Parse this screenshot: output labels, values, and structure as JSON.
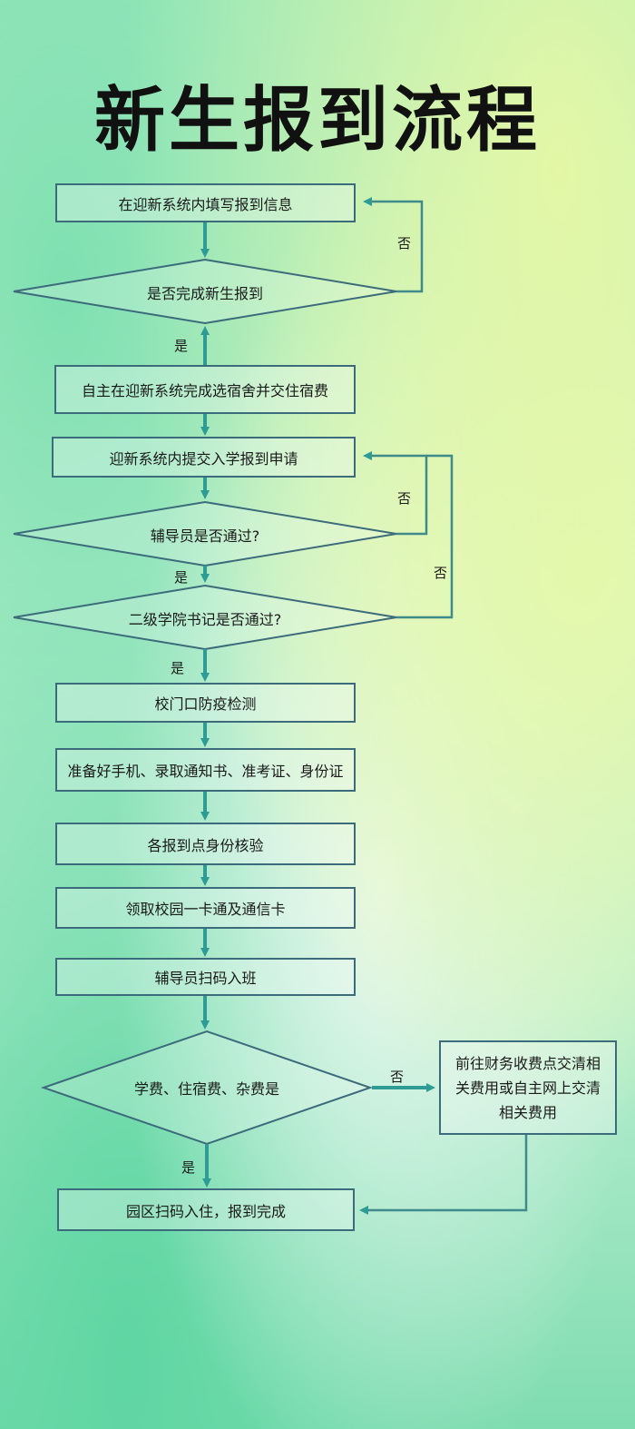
{
  "title": "新生报到流程",
  "steps": {
    "fill_info": "在迎新系统内填写报到信息",
    "decision_complete": "是否完成新生报到",
    "dorm_fee": "自主在迎新系统完成选宿舍并交住宿费",
    "submit_application": "迎新系统内提交入学报到申请",
    "decision_counselor": "辅导员是否通过?",
    "decision_college": "二级学院书记是否通过?",
    "gate_check": "校门口防疫检测",
    "prepare_docs": "准备好手机、录取通知书、准考证、身份证",
    "verify_identity": "各报到点身份核验",
    "campus_card": "领取校园一卡通及通信卡",
    "counselor_scan": "辅导员扫码入班",
    "decision_fees": "学费、住宿费、杂费是",
    "pay_fees": "前往财务收费点交清相关费用或自主网上交清相关费用",
    "complete": "园区扫码入住，报到完成"
  },
  "labels": {
    "no": "否",
    "yes": "是"
  },
  "colors": {
    "arrow": "#2e9c94",
    "border": "#3c6b7c",
    "return_line": "#3f8a8a"
  }
}
